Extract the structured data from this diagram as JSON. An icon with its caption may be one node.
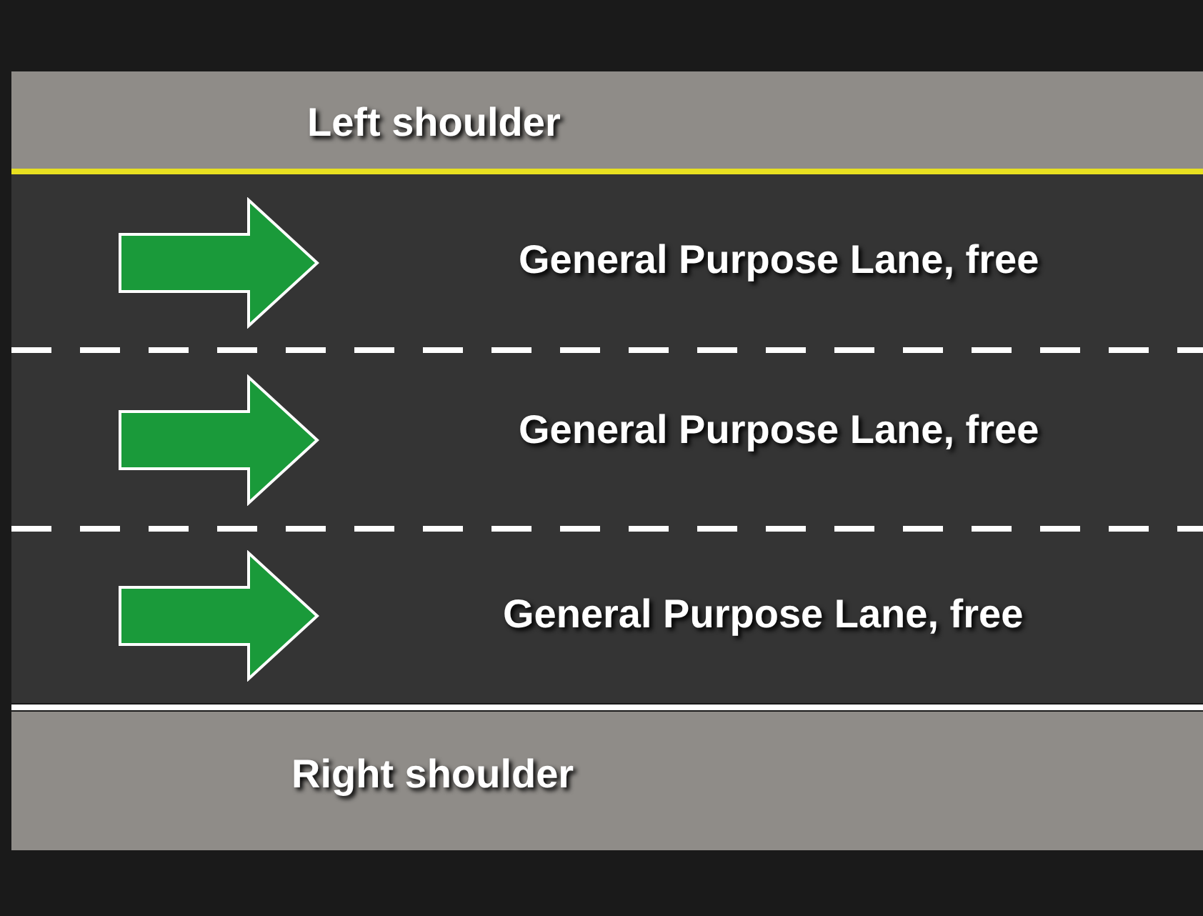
{
  "diagram": {
    "nodes": [
      {
        "text": [
          "Left shoulder"
        ]
      },
      {
        "text": [
          "General Purpose Lane, free"
        ]
      },
      {
        "text": [
          "General Purpose Lane, free"
        ]
      },
      {
        "text": [
          "General Purpose Lane, free"
        ]
      },
      {
        "text": [
          "Right shoulder"
        ]
      }
    ]
  }
}
